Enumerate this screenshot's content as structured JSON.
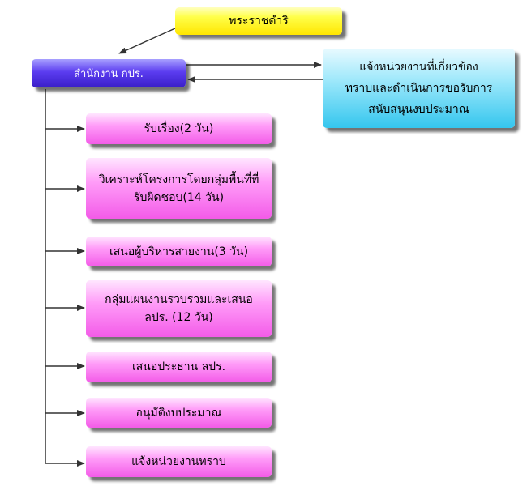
{
  "nodes": {
    "royal": {
      "label": "พระราชดำริ"
    },
    "office": {
      "label": "สำนักงาน กปร."
    },
    "notify_agencies": {
      "label": "แจ้งหน่วยงานที่เกี่ยวข้อง\nทราบและดำเนินการขอรับการ\nสนับสนุนงบประมาณ"
    },
    "steps": [
      {
        "label": "รับเรื่อง(2 วัน)"
      },
      {
        "label": "วิเคราะห์โครงการโดยกลุ่มพื้นที่ที่\nรับผิดชอบ(14 วัน)"
      },
      {
        "label": "เสนอผู้บริหารสายงาน(3 วัน)"
      },
      {
        "label": "กลุ่มแผนงานรวบรวมและเสนอ\nลปร. (12 วัน)"
      },
      {
        "label": "เสนอประธาน ลปร."
      },
      {
        "label": "อนุมัติงบประมาณ"
      },
      {
        "label": "แจ้งหน่วยงานทราบ"
      }
    ]
  },
  "colors": {
    "royal": "#ffee22",
    "office": "#4a2ee0",
    "notify_agencies": "#66d6f5",
    "steps": "#f77cf0",
    "connector": "#333333"
  }
}
